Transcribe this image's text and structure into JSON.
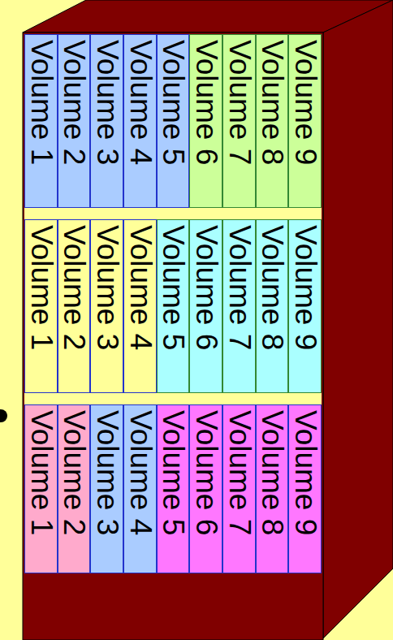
{
  "diagram": {
    "nodes": [
      {
        "text": [
          "Volume 1"
        ]
      },
      {
        "text": [
          "Volume 2"
        ]
      },
      {
        "text": [
          "Volume 3"
        ]
      },
      {
        "text": [
          "Volume 4"
        ]
      },
      {
        "text": [
          "Volume 5"
        ]
      },
      {
        "text": [
          "Volume 6"
        ]
      },
      {
        "text": [
          "Volume 7"
        ]
      },
      {
        "text": [
          "Volume 8"
        ]
      },
      {
        "text": [
          "Volume 9"
        ]
      },
      {
        "text": [
          "Volume 1"
        ]
      },
      {
        "text": [
          "Volume 2"
        ]
      },
      {
        "text": [
          "Volume 3"
        ]
      },
      {
        "text": [
          "Volume 4"
        ]
      },
      {
        "text": [
          "Volume 5"
        ]
      },
      {
        "text": [
          "Volume 6"
        ]
      },
      {
        "text": [
          "Volume 7"
        ]
      },
      {
        "text": [
          "Volume 8"
        ]
      },
      {
        "text": [
          "Volume 9"
        ]
      },
      {
        "text": [
          "Volume 1"
        ]
      },
      {
        "text": [
          "Volume 2"
        ]
      },
      {
        "text": [
          "Volume 3"
        ]
      },
      {
        "text": [
          "Volume 4"
        ]
      },
      {
        "text": [
          "Volume 5"
        ]
      },
      {
        "text": [
          "Volume 6"
        ]
      },
      {
        "text": [
          "Volume 7"
        ]
      },
      {
        "text": [
          "Volume 8"
        ]
      },
      {
        "text": [
          "Volume 9"
        ]
      }
    ]
  }
}
